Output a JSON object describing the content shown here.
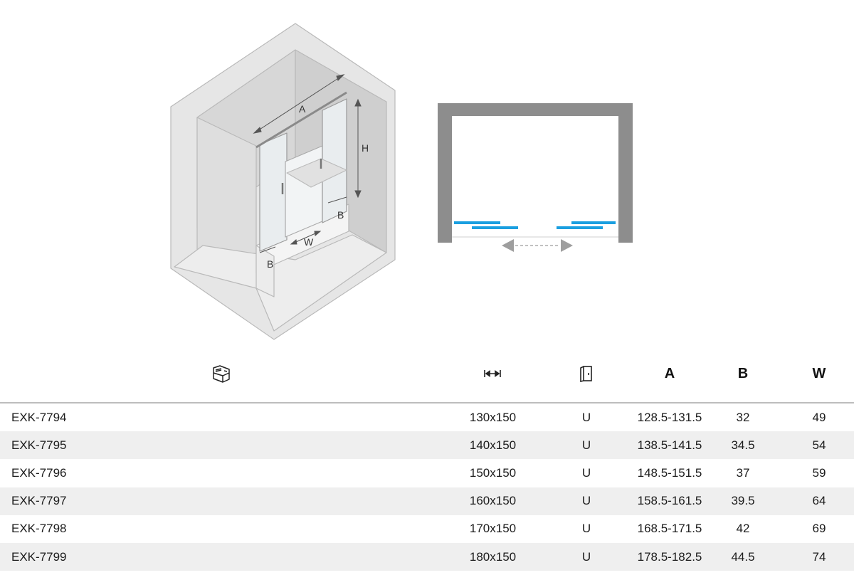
{
  "drawing": {
    "iso_labels": {
      "a": "A",
      "h": "H",
      "w": "W",
      "b_left": "B",
      "b_right": "B"
    }
  },
  "table": {
    "header_icons": [
      "bathtub-icon",
      "width-arrows-icon",
      "door-icon"
    ],
    "headers": {
      "a": "A",
      "b": "B",
      "w": "W"
    },
    "rows": [
      {
        "code": "EXK-7794",
        "size": "130x150",
        "type": "U",
        "a": "128.5-131.5",
        "b": "32",
        "w": "49"
      },
      {
        "code": "EXK-7795",
        "size": "140x150",
        "type": "U",
        "a": "138.5-141.5",
        "b": "34.5",
        "w": "54"
      },
      {
        "code": "EXK-7796",
        "size": "150x150",
        "type": "U",
        "a": "148.5-151.5",
        "b": "37",
        "w": "59"
      },
      {
        "code": "EXK-7797",
        "size": "160x150",
        "type": "U",
        "a": "158.5-161.5",
        "b": "39.5",
        "w": "64"
      },
      {
        "code": "EXK-7798",
        "size": "170x150",
        "type": "U",
        "a": "168.5-171.5",
        "b": "42",
        "w": "69"
      },
      {
        "code": "EXK-7799",
        "size": "180x150",
        "type": "U",
        "a": "178.5-182.5",
        "b": "44.5",
        "w": "74"
      }
    ]
  },
  "colors": {
    "wall": "#d9d9d9",
    "wall_dark": "#c8c8c8",
    "plan_wall": "#8d8d8d",
    "glass_blue": "#1a9fe0",
    "row_alt": "#efefef"
  }
}
